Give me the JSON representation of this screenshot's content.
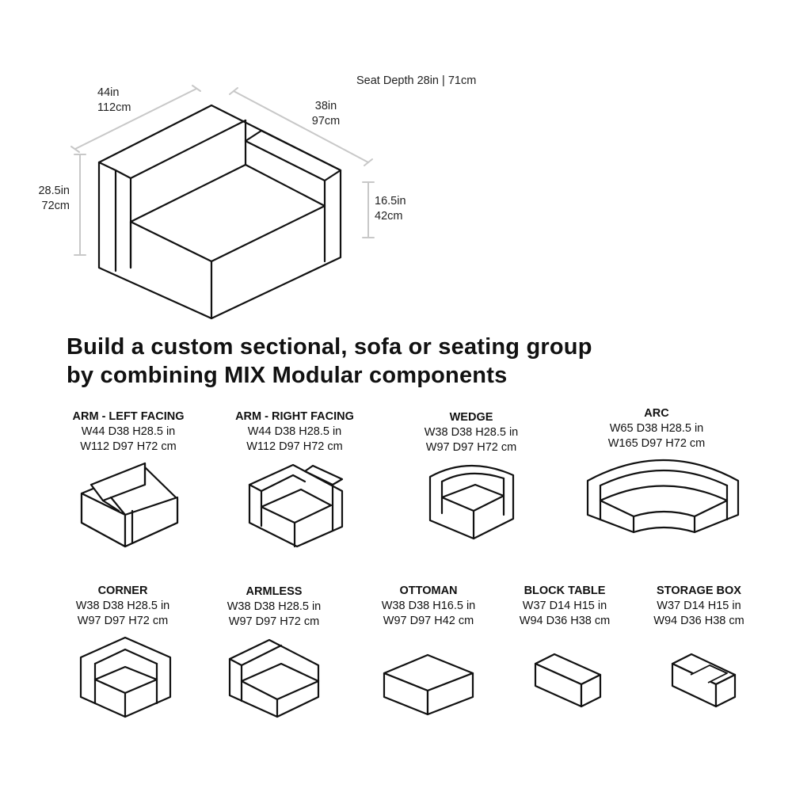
{
  "hero": {
    "width_label": [
      "44in",
      "112cm"
    ],
    "depth_label": [
      "38in",
      "97cm"
    ],
    "seat_depth": "Seat Depth 28in | 71cm",
    "height_label": [
      "28.5in",
      "72cm"
    ],
    "seat_height_label": [
      "16.5in",
      "42cm"
    ]
  },
  "headline": [
    "Build a custom sectional, sofa or seating group",
    "by combining MIX Modular components"
  ],
  "components": [
    {
      "name": "ARM - LEFT FACING",
      "spec_in": "W44 D38 H28.5 in",
      "spec_cm": "W112 D97 H72 cm"
    },
    {
      "name": "ARM - RIGHT FACING",
      "spec_in": "W44 D38 H28.5 in",
      "spec_cm": "W112 D97 H72 cm"
    },
    {
      "name": "WEDGE",
      "spec_in": "W38 D38 H28.5 in",
      "spec_cm": "W97 D97 H72 cm"
    },
    {
      "name": "ARC",
      "spec_in": "W65 D38 H28.5 in",
      "spec_cm": "W165 D97 H72 cm"
    },
    {
      "name": "CORNER",
      "spec_in": "W38 D38 H28.5 in",
      "spec_cm": "W97 D97 H72 cm"
    },
    {
      "name": "ARMLESS",
      "spec_in": "W38 D38 H28.5 in",
      "spec_cm": "W97 D97 H72 cm"
    },
    {
      "name": "OTTOMAN",
      "spec_in": "W38 D38 H16.5 in",
      "spec_cm": "W97 D97 H42 cm"
    },
    {
      "name": "BLOCK TABLE",
      "spec_in": "W37 D14 H15 in",
      "spec_cm": "W94 D36 H38 cm"
    },
    {
      "name": "STORAGE BOX",
      "spec_in": "W37 D14 H15 in",
      "spec_cm": "W94 D36 H38 cm"
    }
  ],
  "colors": {
    "ink": "#111111",
    "guide": "#c8c8c8",
    "background": "#ffffff"
  }
}
